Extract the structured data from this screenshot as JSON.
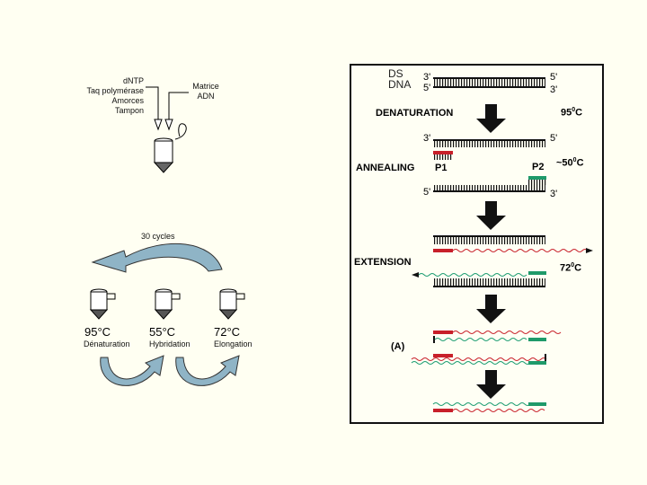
{
  "left": {
    "reagents": [
      "dNTP",
      "Taq polymérase",
      "Amorces",
      "Tampon"
    ],
    "matrix": [
      "Matrice",
      "ADN"
    ],
    "cycles_label": "30 cycles",
    "stages": [
      {
        "temp": "95°C",
        "name": "Dénaturation"
      },
      {
        "temp": "55°C",
        "name": "Hybridation"
      },
      {
        "temp": "72°C",
        "name": "Elongation"
      }
    ]
  },
  "right": {
    "ds_dna": [
      "DS",
      "DNA"
    ],
    "prime3": "3'",
    "prime5": "5'",
    "denaturation": "DENATURATION",
    "denat_temp": "95",
    "annealing": "ANNEALING",
    "anneal_temp": "~50",
    "extension": "EXTENSION",
    "ext_temp": "72",
    "deg": "0",
    "celsius": "C",
    "p1": "P1",
    "p2": "P2",
    "panel_label": "(A)"
  },
  "colors": {
    "arrow_fill": "#8fb4c6",
    "primer_red": "#c8202a",
    "primer_green": "#1f9a6a",
    "new_strand_red": "#c8202a",
    "new_strand_green": "#1a9c70"
  }
}
